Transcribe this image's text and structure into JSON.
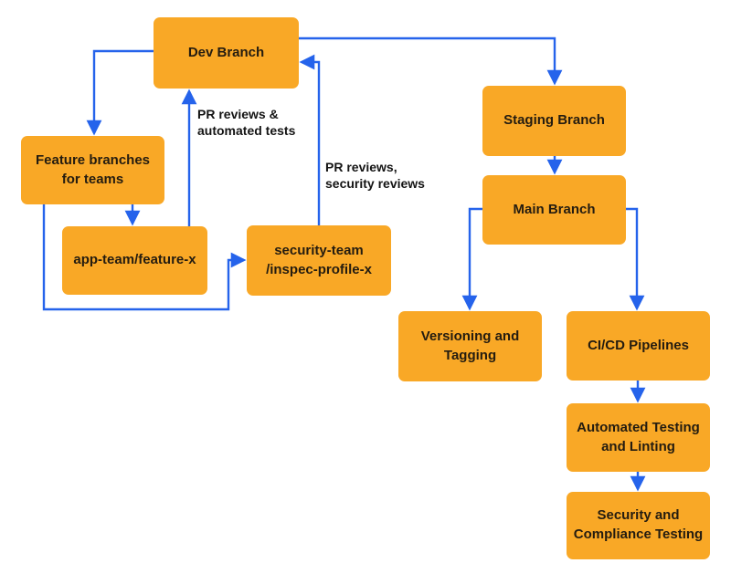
{
  "diagram": {
    "colors": {
      "node_fill": "#F9A826",
      "node_text": "#241C10",
      "arrow": "#2563EB",
      "background": "#FFFFFF"
    },
    "nodes": [
      {
        "id": "dev-branch",
        "label": "Dev Branch"
      },
      {
        "id": "feature-branches",
        "label": "Feature branches\nfor teams"
      },
      {
        "id": "app-team-feature-x",
        "label": "app-team/feature-x"
      },
      {
        "id": "security-team-inspec-profile-x",
        "label": "security-team\n/inspec-profile-x"
      },
      {
        "id": "staging-branch",
        "label": "Staging Branch"
      },
      {
        "id": "main-branch",
        "label": "Main Branch"
      },
      {
        "id": "versioning-tagging",
        "label": "Versioning and\nTagging"
      },
      {
        "id": "cicd-pipelines",
        "label": "CI/CD Pipelines"
      },
      {
        "id": "automated-testing-linting",
        "label": "Automated Testing\nand Linting"
      },
      {
        "id": "security-compliance-testing",
        "label": "Security and\nCompliance Testing"
      }
    ],
    "edge_labels": [
      {
        "id": "pr-reviews-automated-tests",
        "text": "PR reviews &\nautomated tests"
      },
      {
        "id": "pr-reviews-security-reviews",
        "text": "PR reviews,\nsecurity reviews"
      }
    ],
    "edges": [
      {
        "from": "dev-branch",
        "to": "feature-branches"
      },
      {
        "from": "feature-branches",
        "to": "app-team-feature-x"
      },
      {
        "from": "app-team-feature-x",
        "to": "dev-branch",
        "label": "PR reviews &\nautomated tests"
      },
      {
        "from": "security-team-inspec-profile-x",
        "to": "dev-branch",
        "label": "PR reviews,\nsecurity reviews"
      },
      {
        "from": "feature-branches",
        "to": "security-team-inspec-profile-x"
      },
      {
        "from": "dev-branch",
        "to": "staging-branch"
      },
      {
        "from": "staging-branch",
        "to": "main-branch"
      },
      {
        "from": "main-branch",
        "to": "versioning-tagging"
      },
      {
        "from": "main-branch",
        "to": "cicd-pipelines"
      },
      {
        "from": "cicd-pipelines",
        "to": "automated-testing-linting"
      },
      {
        "from": "automated-testing-linting",
        "to": "security-compliance-testing"
      }
    ]
  }
}
